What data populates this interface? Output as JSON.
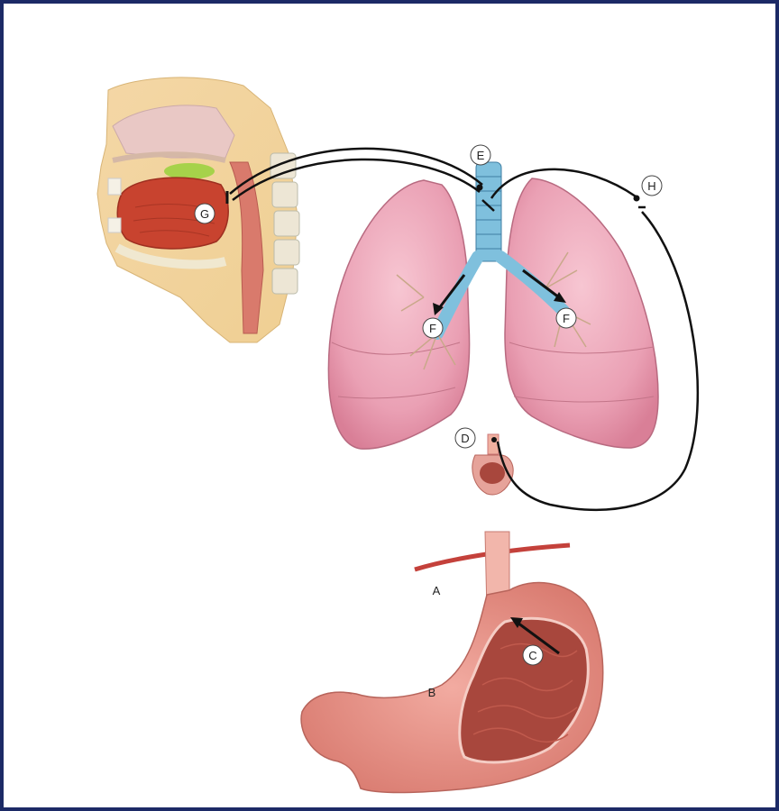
{
  "diagram": {
    "labels": {
      "A": "A",
      "B": "B",
      "C": "C",
      "D": "D",
      "E": "E",
      "F_left": "F",
      "F_right": "F",
      "G": "G",
      "H": "H"
    },
    "colors": {
      "frame": "#1c2a66",
      "lung": "#e8a6b8",
      "trachea": "#7fc0dd",
      "stomach_outer": "#e08a84",
      "stomach_inner": "#a8473d",
      "tongue": "#c8432f",
      "soft_palate_green": "#a6d24a",
      "nerve_line": "#111111"
    }
  }
}
